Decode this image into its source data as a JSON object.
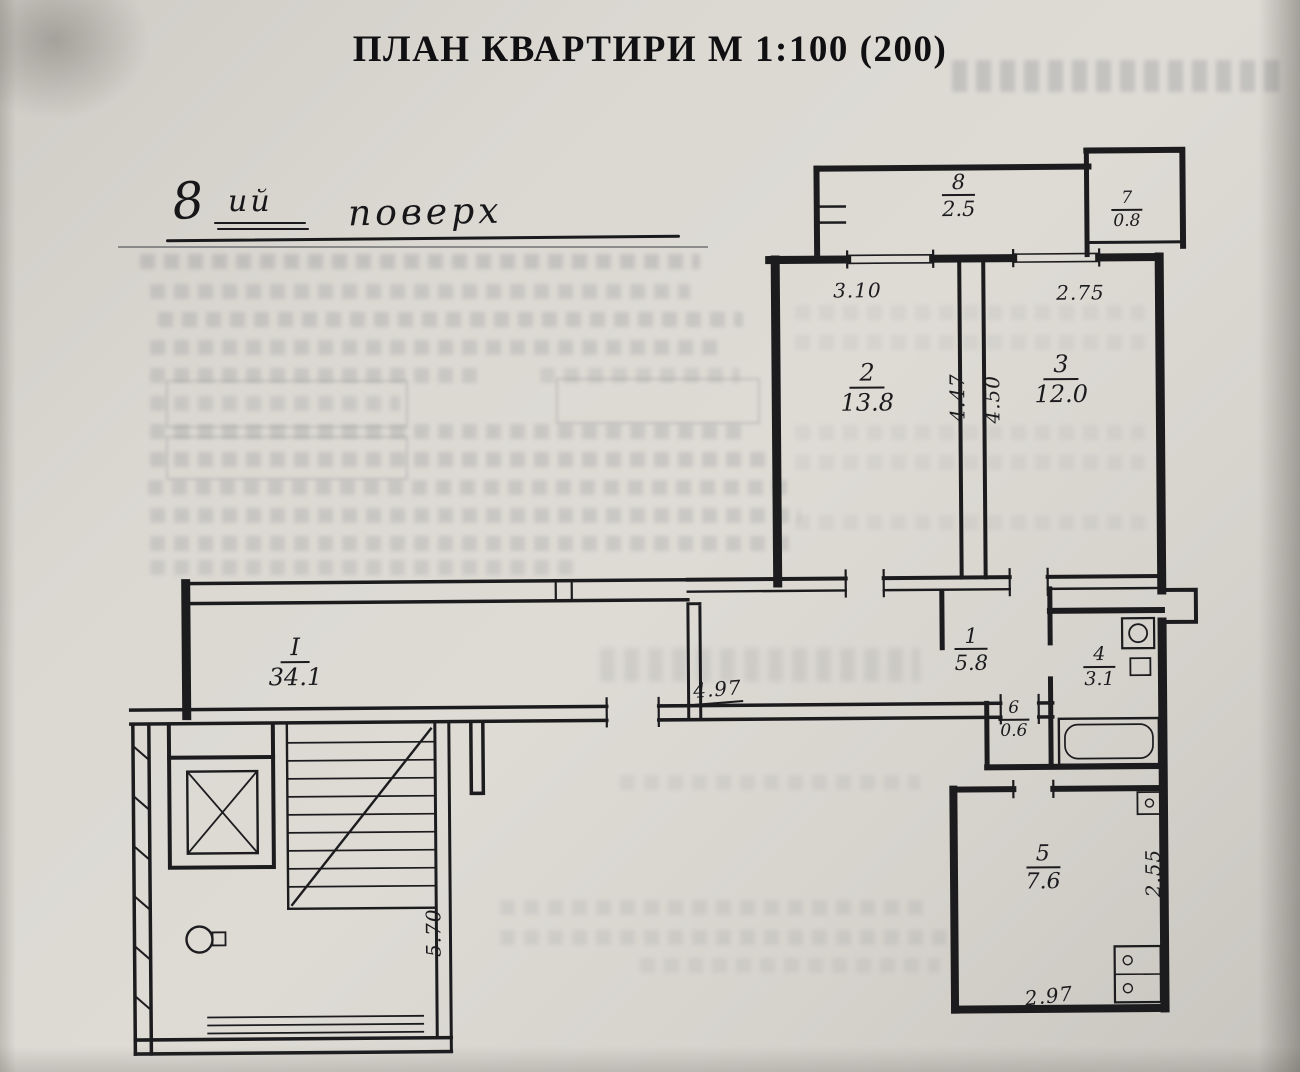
{
  "document": {
    "title": "ПЛАН КВАРТИРИ М 1:100 (200)",
    "floor_note": {
      "number": "8",
      "suffix": "ий",
      "word": "поверх"
    }
  },
  "rooms": {
    "hall": {
      "id": "I",
      "area": "34.1"
    },
    "r1": {
      "id": "1",
      "area": "5.8"
    },
    "r2": {
      "id": "2",
      "area": "13.8"
    },
    "r3": {
      "id": "3",
      "area": "12.0"
    },
    "r4": {
      "id": "4",
      "area": "3.1"
    },
    "r5": {
      "id": "5",
      "area": "7.6"
    },
    "r6": {
      "id": "6",
      "area": "0.6"
    },
    "r7": {
      "id": "7",
      "area": "0.8"
    },
    "r8": {
      "id": "8",
      "area": "2.5"
    }
  },
  "dims": {
    "room2_width": "3.10",
    "room3_width": "2.75",
    "room2_depth": "4.47",
    "room3_depth": "4.50",
    "hall_width": "4.97",
    "stairs_depth": "5.70",
    "room5_depth": "2.55",
    "room5_width": "2.97"
  }
}
